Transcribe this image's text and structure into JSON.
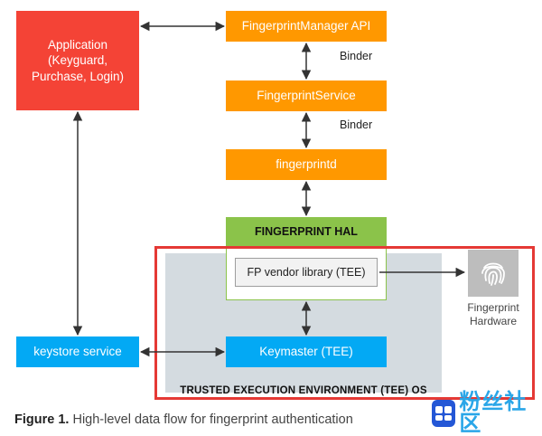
{
  "diagram": {
    "app": {
      "line1": "Application",
      "line2": "(Keyguard,",
      "line3": "Purchase, Login)"
    },
    "fp_manager_api": "FingerprintManager API",
    "fp_service": "FingerprintService",
    "fingerprintd": "fingerprintd",
    "hal": "FINGERPRINT HAL",
    "vendor_lib": "FP vendor library (TEE)",
    "keymaster": "Keymaster (TEE)",
    "keystore": "keystore service",
    "binder_1": "Binder",
    "binder_2": "Binder",
    "tee_os": "TRUSTED EXECUTION ENVIRONMENT (TEE) OS",
    "hw": {
      "line1": "Fingerprint",
      "line2": "Hardware",
      "icon": "fingerprint-icon"
    }
  },
  "caption": {
    "label": "Figure 1.",
    "text": " High-level data flow for fingerprint authentication"
  },
  "watermark": {
    "text": "粉丝社区"
  },
  "colors": {
    "orange": "#ff9800",
    "red": "#f44336",
    "blue": "#03a9f4",
    "green": "#8bc34a",
    "frame": "#e53935"
  }
}
